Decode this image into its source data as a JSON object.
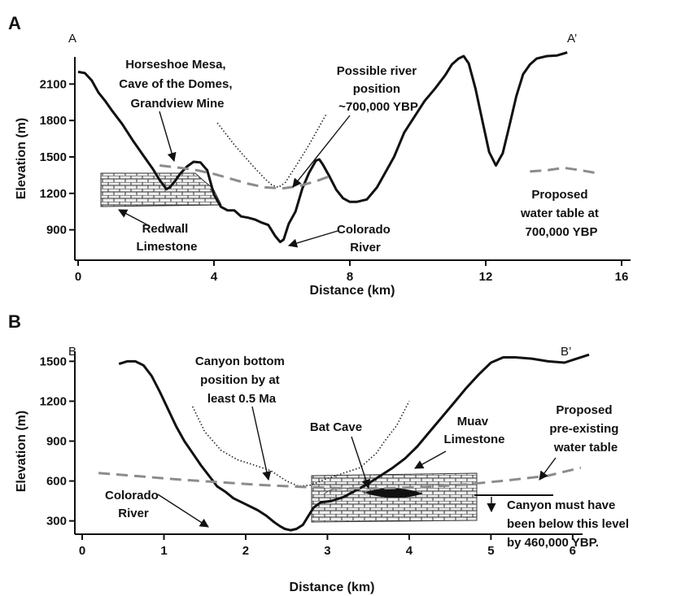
{
  "colors": {
    "profile": "#111111",
    "water_table": "#8c8c8c",
    "rock_fill": "#eeeeee",
    "rock_lines": "#333333"
  },
  "chart_data": [
    {
      "type": "line",
      "panel": "A",
      "section_start": "A",
      "section_end": "A’",
      "xlabel": "Distance (km)",
      "ylabel": "Elevation (m)",
      "xlim": [
        0,
        16
      ],
      "ylim": [
        650,
        2350
      ],
      "xticks": [
        0,
        4,
        8,
        12,
        16
      ],
      "yticks": [
        900,
        1200,
        1500,
        1800,
        2100
      ],
      "series": [
        {
          "role": "profile",
          "x": [
            0,
            0.2,
            0.4,
            0.6,
            0.8,
            1.0,
            1.3,
            1.6,
            1.9,
            2.2,
            2.4,
            2.6,
            2.7,
            2.85,
            3.0,
            3.2,
            3.4,
            3.6,
            3.8,
            4.0,
            4.2,
            4.4,
            4.6,
            4.8,
            5.0,
            5.2,
            5.4,
            5.6,
            5.8,
            5.95,
            6.05,
            6.2,
            6.4,
            6.6,
            6.8,
            7.0,
            7.1,
            7.2,
            7.4,
            7.6,
            7.8,
            8.0,
            8.2,
            8.5,
            8.8,
            9.0,
            9.3,
            9.6,
            9.9,
            10.2,
            10.5,
            10.8,
            11.0,
            11.2,
            11.35,
            11.5,
            11.7,
            11.9,
            12.1,
            12.3,
            12.5,
            12.7,
            12.9,
            13.1,
            13.3,
            13.5,
            13.8,
            14.1,
            14.4
          ],
          "y": [
            2200,
            2190,
            2130,
            2030,
            1960,
            1880,
            1770,
            1640,
            1520,
            1400,
            1310,
            1235,
            1250,
            1300,
            1360,
            1420,
            1460,
            1455,
            1390,
            1190,
            1090,
            1060,
            1060,
            1010,
            1000,
            985,
            960,
            940,
            850,
            800,
            820,
            950,
            1050,
            1240,
            1370,
            1470,
            1480,
            1440,
            1340,
            1230,
            1160,
            1130,
            1130,
            1150,
            1250,
            1350,
            1500,
            1700,
            1830,
            1960,
            2060,
            2170,
            2260,
            2310,
            2330,
            2270,
            2060,
            1800,
            1540,
            1430,
            1530,
            1760,
            2000,
            2180,
            2260,
            2310,
            2330,
            2335,
            2360
          ]
        },
        {
          "role": "possible river position ~700,000 YBP",
          "x": [
            4.1,
            4.6,
            5.1,
            5.5,
            5.7,
            5.9,
            6.1,
            6.4,
            6.8,
            7.3
          ],
          "y": [
            1780,
            1600,
            1440,
            1320,
            1270,
            1250,
            1290,
            1420,
            1600,
            1850
          ]
        },
        {
          "role": "proposed water table at 700,000 YBP",
          "x": [
            2.4,
            3.0,
            3.5,
            4.0,
            4.5,
            5.0,
            5.5,
            6.0,
            6.5,
            7.0,
            7.4
          ],
          "y": [
            1430,
            1410,
            1390,
            1360,
            1320,
            1280,
            1250,
            1240,
            1260,
            1300,
            1340
          ]
        },
        {
          "role": "proposed water table at 700,000 YBP (legend)",
          "x": [
            13.3,
            13.8,
            14.3,
            14.8,
            15.2
          ],
          "y": [
            1380,
            1390,
            1410,
            1390,
            1370
          ]
        }
      ],
      "annotations": [
        {
          "lines": [
            "Horseshoe Mesa,",
            "Cave of the Domes,",
            "Grandview Mine"
          ]
        },
        {
          "lines": [
            "Possible river",
            "position",
            "~700,000 YBP"
          ]
        },
        {
          "lines": [
            "Proposed",
            "water table at",
            "700,000 YBP"
          ]
        },
        {
          "lines": [
            "Redwall",
            "Limestone"
          ]
        },
        {
          "lines": [
            "Colorado",
            "River"
          ]
        }
      ]
    },
    {
      "type": "line",
      "panel": "B",
      "section_start": "B",
      "section_end": "B’",
      "xlabel": "Distance (km)",
      "ylabel": "Elevation (m)",
      "xlim": [
        -0.05,
        6.3
      ],
      "ylim": [
        200,
        1600
      ],
      "xticks": [
        0,
        1,
        2,
        3,
        4,
        5,
        6
      ],
      "yticks": [
        300,
        600,
        900,
        1200,
        1500
      ],
      "series": [
        {
          "role": "profile",
          "x": [
            0.45,
            0.55,
            0.65,
            0.75,
            0.85,
            0.95,
            1.05,
            1.15,
            1.25,
            1.35,
            1.45,
            1.55,
            1.65,
            1.75,
            1.85,
            1.95,
            2.05,
            2.15,
            2.25,
            2.35,
            2.42,
            2.48,
            2.55,
            2.62,
            2.7,
            2.76,
            2.83,
            2.92,
            3.05,
            3.2,
            3.35,
            3.5,
            3.65,
            3.8,
            3.95,
            4.1,
            4.25,
            4.4,
            4.55,
            4.7,
            4.85,
            5.0,
            5.15,
            5.3,
            5.5,
            5.7,
            5.9,
            6.05,
            6.2
          ],
          "y": [
            1480,
            1500,
            1500,
            1470,
            1390,
            1270,
            1140,
            1010,
            900,
            810,
            720,
            640,
            560,
            520,
            470,
            440,
            410,
            380,
            340,
            290,
            260,
            240,
            230,
            240,
            270,
            330,
            400,
            440,
            450,
            480,
            530,
            580,
            640,
            700,
            770,
            860,
            970,
            1080,
            1190,
            1300,
            1400,
            1490,
            1530,
            1530,
            1520,
            1500,
            1490,
            1520,
            1550
          ]
        },
        {
          "role": "canyon bottom position by at least 0.5 Ma",
          "x": [
            1.35,
            1.5,
            1.7,
            1.9,
            2.1,
            2.3,
            2.5,
            2.65,
            2.8,
            3.0,
            3.2,
            3.4,
            3.6,
            3.7,
            3.85,
            4.0
          ],
          "y": [
            1160,
            970,
            830,
            760,
            720,
            680,
            600,
            560,
            570,
            620,
            660,
            700,
            810,
            900,
            1020,
            1200
          ]
        },
        {
          "role": "proposed pre-existing water table",
          "x": [
            0.2,
            0.7,
            1.2,
            1.7,
            2.2,
            2.7,
            3.2,
            3.7,
            4.2,
            4.7,
            5.2,
            5.7,
            6.1
          ],
          "y": [
            660,
            635,
            610,
            590,
            570,
            555,
            545,
            545,
            555,
            575,
            605,
            640,
            700
          ]
        }
      ],
      "annotations": [
        {
          "lines": [
            "Canyon bottom",
            "position by at",
            "least 0.5 Ma"
          ]
        },
        {
          "lines": [
            "Bat Cave"
          ]
        },
        {
          "lines": [
            "Muav",
            "Limestone"
          ]
        },
        {
          "lines": [
            "Proposed",
            "pre-existing",
            "water table"
          ]
        },
        {
          "lines": [
            "Colorado",
            "River"
          ]
        },
        {
          "lines": [
            "Canyon must have",
            "been below this level",
            "by 460,000 YBP."
          ]
        }
      ]
    }
  ]
}
